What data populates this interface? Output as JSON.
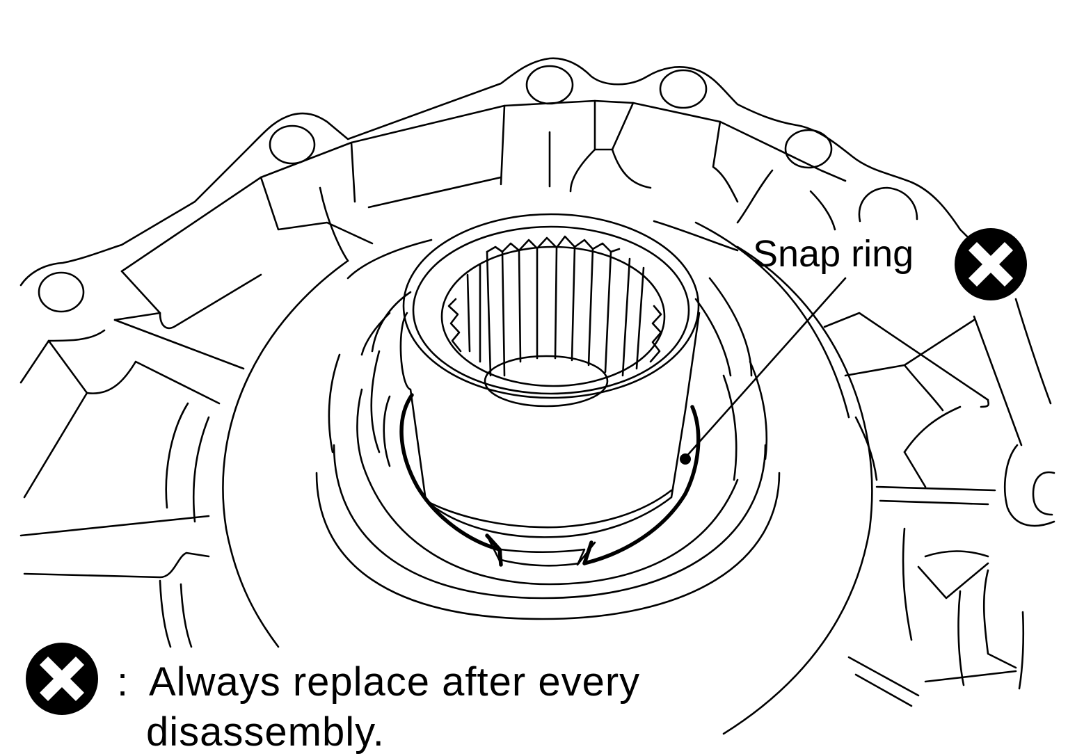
{
  "callout": {
    "label": "Snap ring",
    "symbol_icon": "x-circle-icon"
  },
  "legend": {
    "symbol_icon": "x-circle-icon",
    "separator": ":",
    "line1": "Always replace after every",
    "line2": "disassembly."
  },
  "colors": {
    "ink": "#000000",
    "background": "#ffffff"
  }
}
